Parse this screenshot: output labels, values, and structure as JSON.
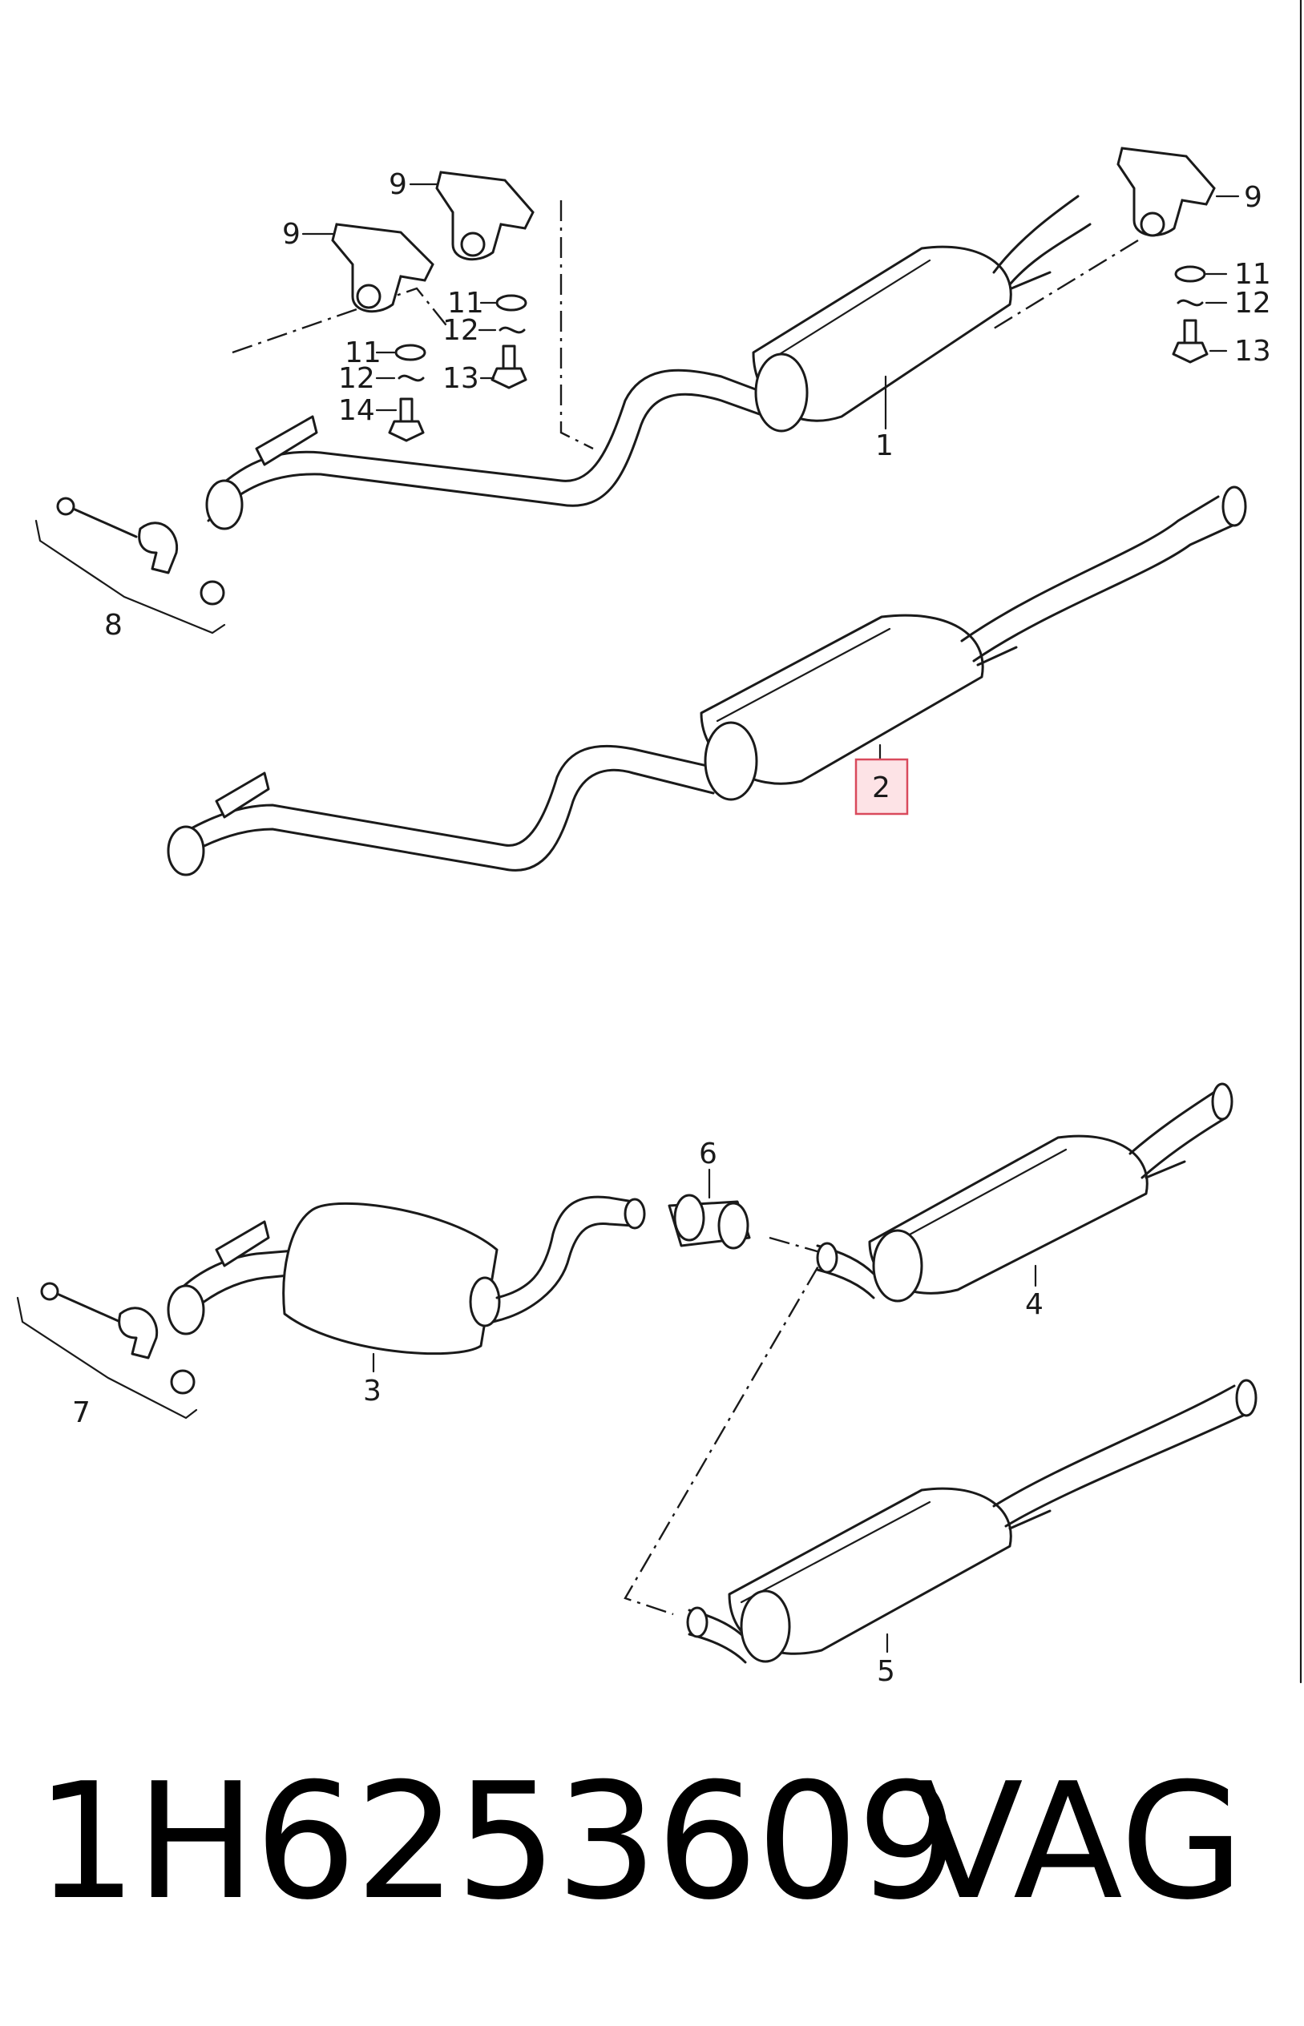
{
  "callouts": {
    "c1": "1",
    "c2": "2",
    "c3": "3",
    "c4": "4",
    "c5": "5",
    "c6": "6",
    "c7": "7",
    "c8": "8",
    "c9": "9",
    "c11": "11",
    "c12": "12",
    "c13": "13",
    "c14": "14"
  },
  "footer": {
    "part_number": "1H6253609",
    "brand": "VAG"
  },
  "colors": {
    "highlight_fill": "#fde3e6",
    "highlight_stroke": "#d94a5c"
  }
}
